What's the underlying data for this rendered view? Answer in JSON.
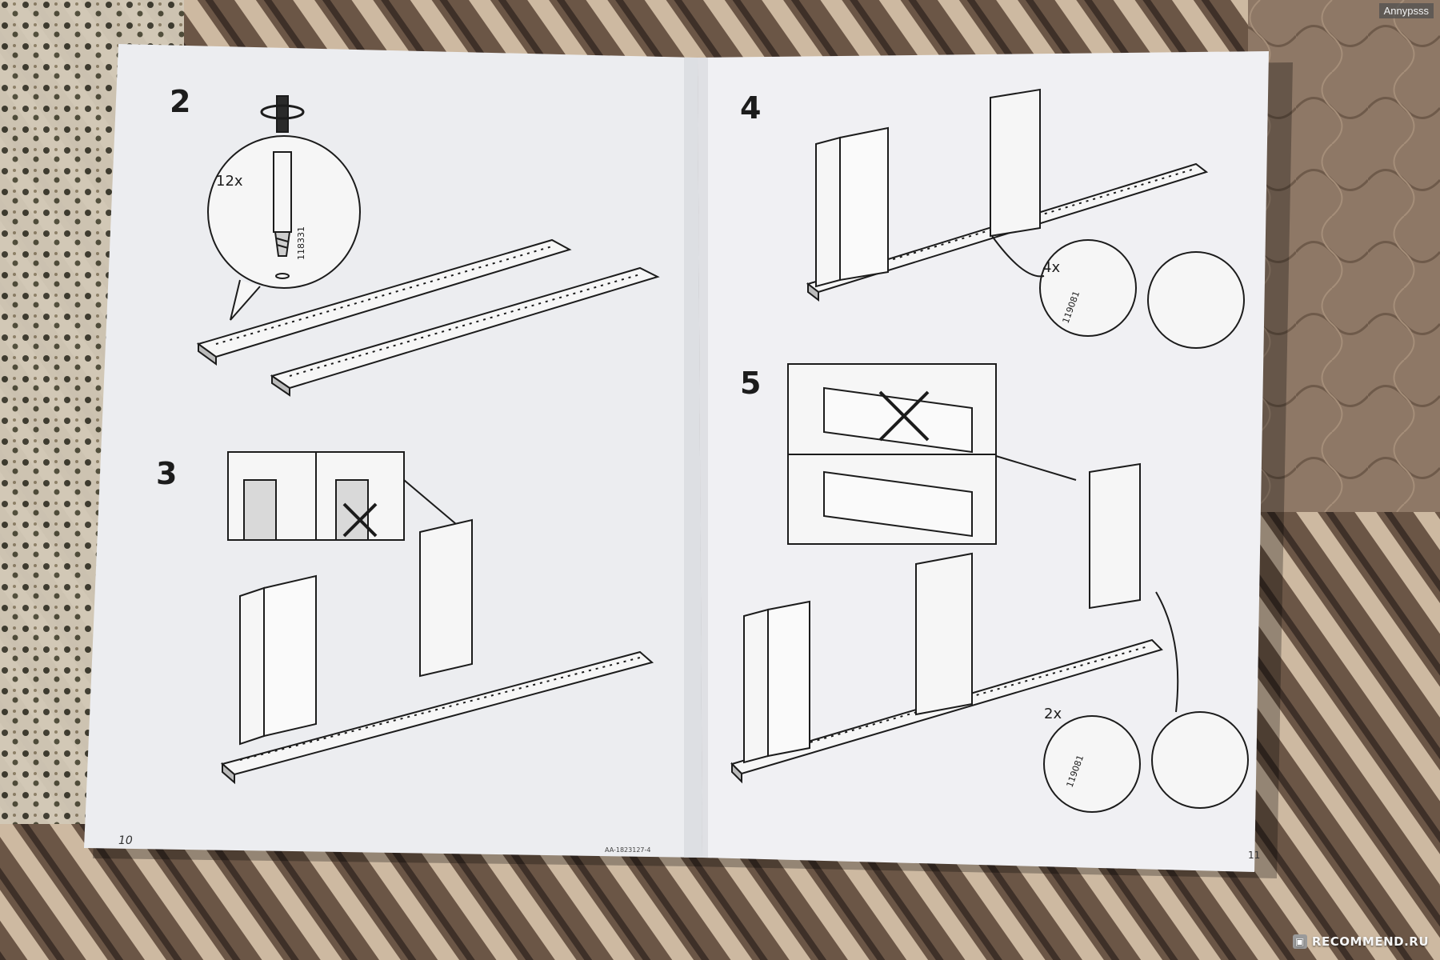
{
  "booklet": {
    "left_page": {
      "page_number": "10",
      "doc_code": "AA-1823127-4",
      "steps": [
        {
          "number": "2",
          "quantity": "12x",
          "part_number": "118331"
        },
        {
          "number": "3"
        }
      ]
    },
    "right_page": {
      "page_number": "11",
      "steps": [
        {
          "number": "4",
          "quantity": "4x",
          "part_number": "119081"
        },
        {
          "number": "5",
          "quantity": "2x",
          "part_number": "119081"
        }
      ]
    }
  },
  "watermarks": {
    "user": "Annypsss",
    "site": "RECOMMEND.RU"
  },
  "colors": {
    "paper": "#eeeef1",
    "ink": "#1c1c1c",
    "fabric_dark": "#4a3c33",
    "fabric_light": "#b9a48d"
  }
}
